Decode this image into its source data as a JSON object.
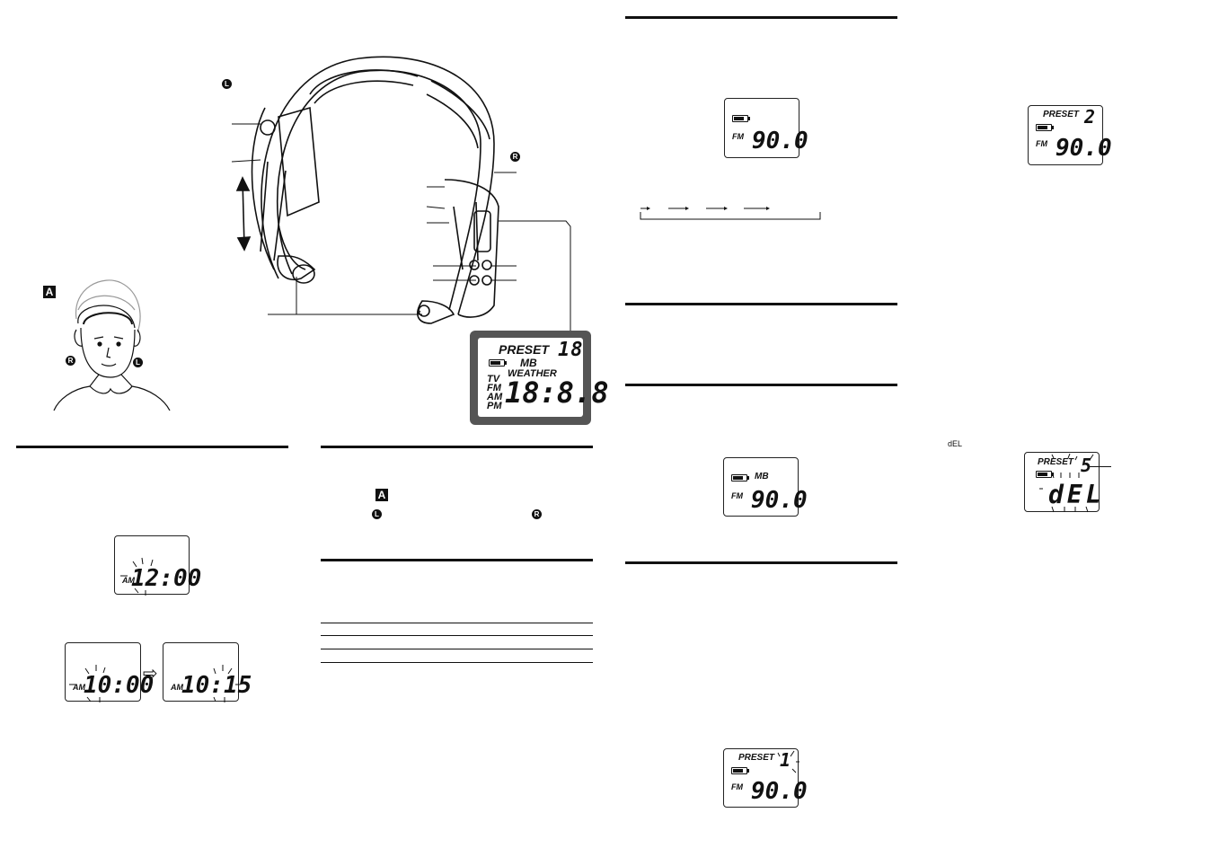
{
  "markers": {
    "left": "L",
    "right": "R",
    "figure": "A"
  },
  "big_display": {
    "preset_label": "PRESET",
    "preset_num": "18",
    "mb": "MB",
    "weather": "WEATHER",
    "tv": "TV",
    "fm": "FM",
    "am": "AM",
    "pm": "PM",
    "digits": "18:8.8"
  },
  "clock_displays": [
    {
      "ampm": "AM",
      "digits": "12:00"
    },
    {
      "ampm": "AM",
      "digits": "10:00"
    },
    {
      "ampm": "AM",
      "digits": "10:15"
    }
  ],
  "arrow_symbol": "⇨",
  "fm_display": {
    "band": "FM",
    "freq": "90.0"
  },
  "mb_display": {
    "mb": "MB",
    "band": "FM",
    "freq": "90.0"
  },
  "preset_display_1": {
    "preset_label": "PRESET",
    "num": "1",
    "band": "FM",
    "freq": "90.0"
  },
  "preset_display_2": {
    "preset_label": "PRESET",
    "num": "2",
    "band": "FM",
    "freq": "90.0"
  },
  "del_display": {
    "label": "dEL",
    "preset_label": "PRESET",
    "num": "5",
    "text": "dEL"
  },
  "colors": {
    "ink": "#111111",
    "panel_gray": "#555555"
  }
}
